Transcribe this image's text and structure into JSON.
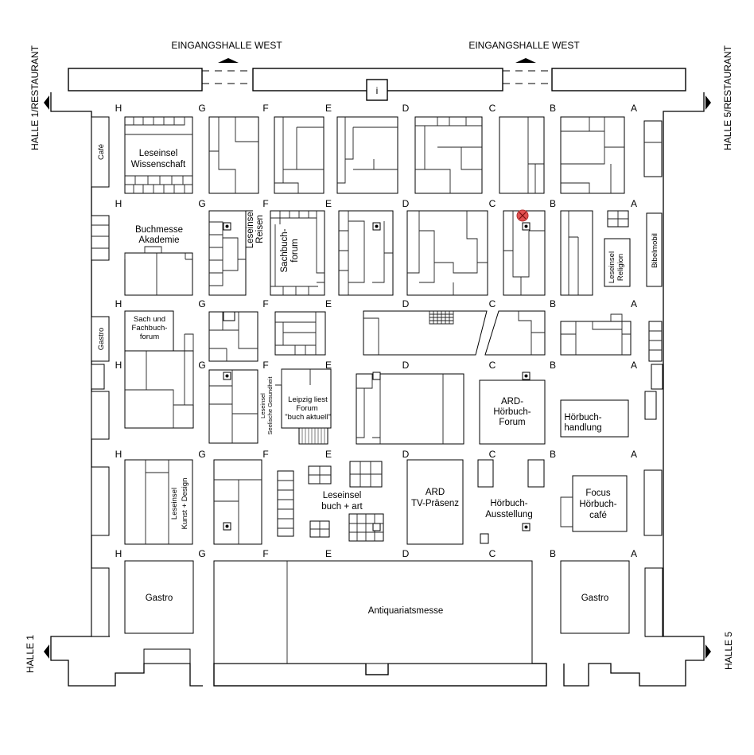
{
  "entrances": {
    "west_left": "EINGANGSHALLE WEST",
    "west_right": "EINGANGSHALLE WEST",
    "info": "i",
    "halle1_restaurant": "HALLE 1/RESTAURANT",
    "halle5_restaurant": "HALLE 5/RESTAURANT",
    "halle1": "HALLE 1",
    "halle5": "HALLE 5"
  },
  "columns": [
    "H",
    "G",
    "F",
    "E",
    "D",
    "C",
    "B",
    "A"
  ],
  "stands": {
    "cafe": "Café",
    "leseinsel_wissenschaft": [
      "Leseinsel",
      "Wissenschaft"
    ],
    "buchmesse_akademie": [
      "Buchmesse",
      "Akademie"
    ],
    "leseinsel_reisen": [
      "Leseinsel",
      "Reisen"
    ],
    "sachbuchforum": [
      "Sachbuch-",
      "forum"
    ],
    "leseinsel_religion": [
      "Leseinsel",
      "Religion"
    ],
    "bibelmobil": "Bibelmobil",
    "gastro_small": "Gastro",
    "sach_fachbuch": [
      "Sach und",
      "Fachbuch-",
      "forum"
    ],
    "leseinsel_gesundheit": [
      "Leseinsel",
      "Seelische Gesundheit"
    ],
    "leipzig_liest": [
      "Leipzig liest",
      "Forum",
      "\"buch aktuell\""
    ],
    "ard_hoerbuch": [
      "ARD-",
      "Hörbuch-",
      "Forum"
    ],
    "hoerbuchhandlung": [
      "Hörbuch-",
      "handlung"
    ],
    "leseinsel_kunst": [
      "Leseinsel",
      "Kunst + Design"
    ],
    "leseinsel_buch_art": [
      "Leseinsel",
      "buch + art"
    ],
    "ard_tv": [
      "ARD",
      "TV-Präsenz"
    ],
    "hoerbuch_ausstellung": [
      "Hörbuch-",
      "Ausstellung"
    ],
    "focus_cafe": [
      "Focus",
      "Hörbuch-",
      "café"
    ],
    "gastro_left": "Gastro",
    "gastro_right": "Gastro",
    "antiquariatsmesse": "Antiquariatsmesse"
  },
  "marker": {
    "name": "highlighted-stand-marker",
    "color": "#e05050"
  }
}
